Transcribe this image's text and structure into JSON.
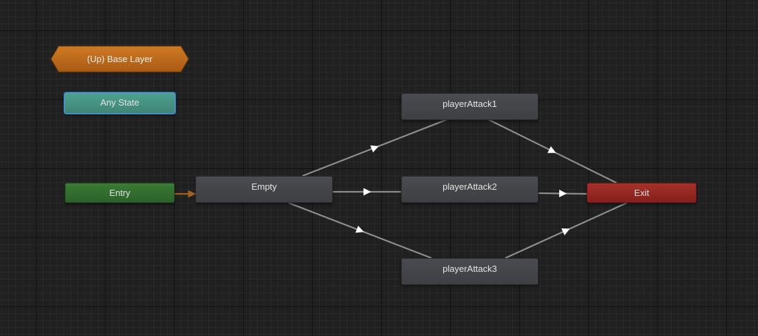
{
  "layer": {
    "label": "(Up) Base Layer"
  },
  "nodes": {
    "any_state": "Any State",
    "entry": "Entry",
    "empty": "Empty",
    "attack1": "playerAttack1",
    "attack2": "playerAttack2",
    "attack3": "playerAttack3",
    "exit": "Exit"
  },
  "colors": {
    "background": "#202020",
    "state": "#45464a",
    "entry": "#327030",
    "exit": "#962823",
    "any_state": "#469483",
    "layer": "#c06b1c",
    "transition": "#8e8e8e",
    "entry_transition": "#a2621e"
  },
  "transitions": [
    {
      "from": "entry",
      "to": "empty"
    },
    {
      "from": "empty",
      "to": "attack1"
    },
    {
      "from": "empty",
      "to": "attack2"
    },
    {
      "from": "empty",
      "to": "attack3"
    },
    {
      "from": "attack1",
      "to": "exit"
    },
    {
      "from": "attack2",
      "to": "exit"
    },
    {
      "from": "attack3",
      "to": "exit"
    }
  ]
}
